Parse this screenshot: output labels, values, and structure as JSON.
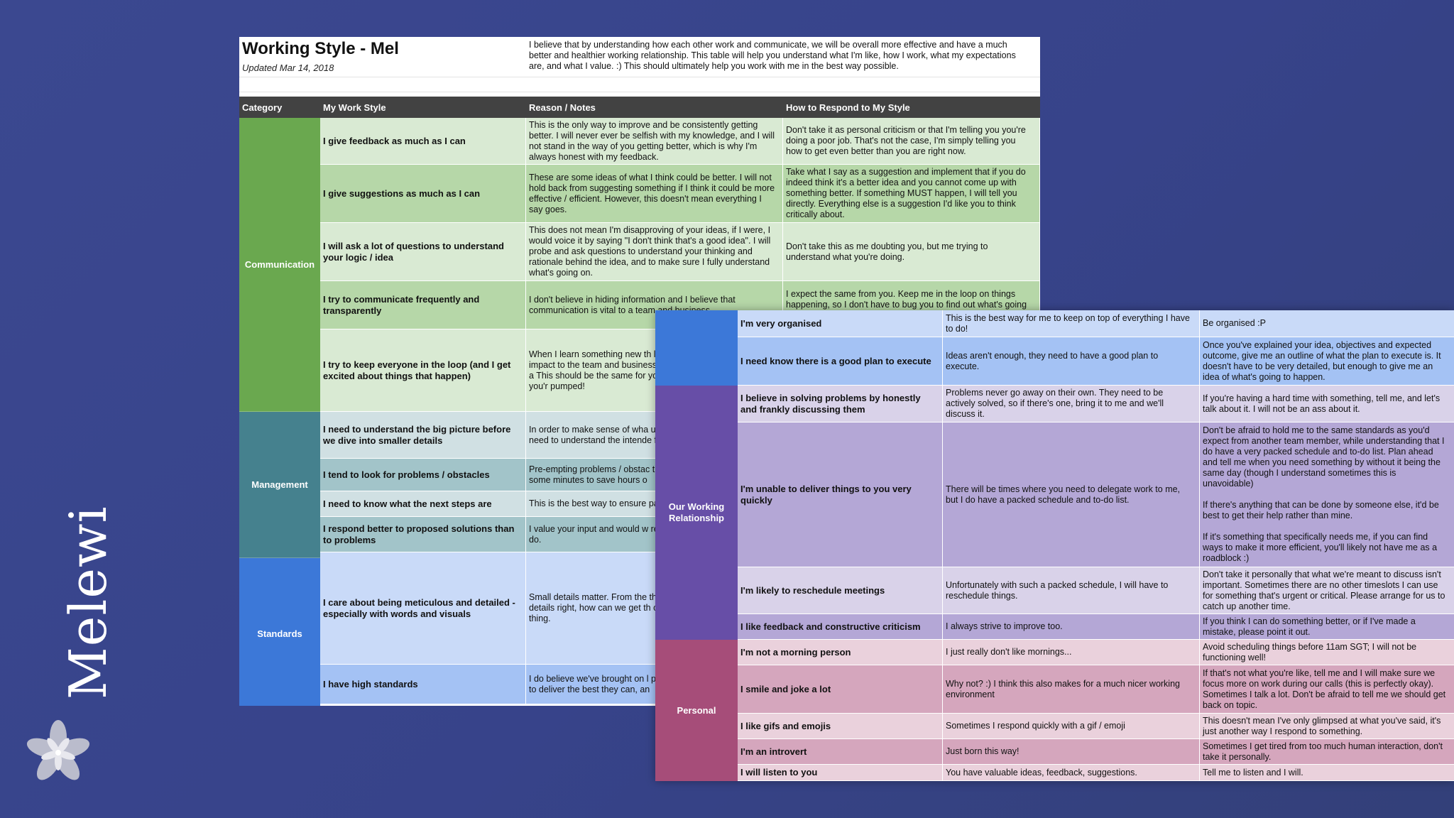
{
  "colors": {
    "background": "#3a468c",
    "communication": "#6aa84f",
    "management": "#45818e",
    "standards": "#3c78d8",
    "working": "#674ea7",
    "personal": "#a64d79"
  },
  "sheet": {
    "title": "Working Style - Mel",
    "updated": "Updated Mar 14, 2018",
    "intro": "I believe that by understanding how each other work and communicate, we will be overall more effective and have a much better and healthier working relationship. This table will help you understand what I'm like, how I work, what my expectations are, and what I value. :) This should ultimately help you work with me in the best way possible.",
    "headers": [
      "Category",
      "My Work Style",
      "Reason / Notes",
      "How to Respond to My Style"
    ],
    "categories": [
      {
        "label": "Communication",
        "color": "#6aa84f",
        "height": 414
      },
      {
        "label": "Management",
        "color": "#45818e",
        "height": 206
      },
      {
        "label": "Standards",
        "color": "#3c78d8",
        "height": 214
      }
    ],
    "rows": [
      {
        "style": "I give feedback as much as I can",
        "reason": "This is the only way to improve and be consistently getting better. I will never ever be selfish with my knowledge, and I will not stand in the way of you getting better, which is why I'm always honest with my feedback.",
        "respond": "Don't take it as personal criticism or that I'm telling you you're doing a poor job. That's not the case, I'm simply telling you how to get even better than you are right now.",
        "bg": "#d9ead3",
        "h": 66
      },
      {
        "style": "I give suggestions as much as I can",
        "reason": "These are some ideas of what I think could be better. I will not hold back from suggesting something if I think it could be more effective / efficient. However, this doesn't mean everything I say goes.",
        "respond": "Take what I say as a suggestion and implement that if you do indeed think it's a better idea and you cannot come up with something better. If something MUST happen, I will tell you directly. Everything else is a suggestion I'd like you to think critically about.",
        "bg": "#b6d7a8",
        "h": 82
      },
      {
        "style": "I will ask a lot of questions to understand your logic / idea",
        "reason": "This does not mean I'm disapproving of your ideas, if I were, I would voice it by saying \"I don't think that's a good idea\". I will probe and ask questions to understand your thinking and rationale behind the idea, and to make sure I fully understand what's going on.",
        "respond": "Don't take this as me doubting you, but me trying to understand what you're doing.",
        "bg": "#d9ead3",
        "h": 82
      },
      {
        "style": "I try to communicate frequently and transparently",
        "reason": "I don't believe in hiding information and I believe that communication is vital to a team and business.",
        "respond": "I expect the same from you. Keep me in the loop on things happening, so I don't have to bug you to find out what's going on, or I don't misunderstand that things aren't",
        "bg": "#b6d7a8",
        "h": 68
      },
      {
        "style": "I try to keep everyone in the loop (and I get excited about things that happen)",
        "reason": "When I learn something new th like talking about it (and getting impact to the team and business learned and getting hyped up a This should be the same for yo something signficant and you'r pumped!",
        "respond": "",
        "bg": "#d9ead3",
        "h": 116
      },
      {
        "style": "I need to understand the big picture before we dive into smaller details",
        "reason": "In order to make sense of wha understand how everything fits need to understand the intende finer details of what will happe",
        "respond": "",
        "bg": "#d0e0e3",
        "h": 66
      },
      {
        "style": "I tend to look for problems / obstacles",
        "reason": "Pre-empting problems / obstac them is more effective than do some minutes to save hours o",
        "respond": "",
        "bg": "#a2c4c9",
        "h": 46
      },
      {
        "style": "I need to know what the next steps are",
        "reason": "This is the best way to ensure page, and that we're moving fo",
        "respond": "",
        "bg": "#d0e0e3",
        "h": 36
      },
      {
        "style": "I respond better to proposed solutions than to problems",
        "reason": "I value your input and would w recommend we do, rather tha do.",
        "respond": "",
        "bg": "#a2c4c9",
        "h": 50
      },
      {
        "style": "I care about being meticulous and detailed - especially with words and visuals",
        "reason": "Small details matter. From the that accompany what you do. details right, how can we get th can be a bit too much of a per thing.",
        "respond": "",
        "bg": "#c9daf8",
        "h": 158
      },
      {
        "style": "I have high standards",
        "reason": "I do believe we've brought on l people, and I expect each pers to deliver the best they can, an",
        "respond": "",
        "bg": "#a4c2f4",
        "h": 56
      }
    ]
  },
  "sheet2": {
    "categories": [
      {
        "label": "",
        "color": "#3c78d8",
        "height": 106
      },
      {
        "label": "Our Working Relationship",
        "color": "#674ea7",
        "height": 358
      },
      {
        "label": "Personal",
        "color": "#a64d79",
        "height": 199
      }
    ],
    "rows": [
      {
        "style": "I'm very organised",
        "reason": "This is the best way for me to keep on top of everything I have to do!",
        "respond": "Be organised :P",
        "bg": "#c9daf8",
        "h": 38
      },
      {
        "style": "I need know there is a good plan to execute",
        "reason": "Ideas aren't enough, they need to have a good plan to execute.",
        "respond": "Once you've explained your idea, objectives and expected outcome, give me an outline of what the plan to execute is. It doesn't have to be very detailed, but enough to give me an idea of what's going to happen.",
        "bg": "#a4c2f4",
        "h": 68
      },
      {
        "style": "I believe in solving problems by honestly and frankly discussing them",
        "reason": "Problems never go away on their own. They need to be actively solved, so if there's one, bring it to me and we'll discuss it.",
        "respond": "If you're having a hard time with something, tell me, and let's talk about it. I will not be an ass about it.",
        "bg": "#d9d2e9",
        "h": 52
      },
      {
        "style": "I'm unable to deliver things to you very quickly",
        "reason": "There will be times where you need to delegate work to me, but I do have a packed schedule and to-do list.",
        "respond": "Don't be afraid to hold me to the same standards as you'd expect from another team member, while understanding that I do have a very packed schedule and to-do list. Plan ahead and tell me when you need something by without it being the same day (though I understand sometimes this is unavoidable)\n\nIf there's anything that can be done by someone else, it'd be best to get their help rather than mine.\n\nIf it's something that specifically needs me, if you can find ways to make it more efficient, you'll likely not have me as a roadblock :)",
        "bg": "#b4a7d6",
        "h": 204
      },
      {
        "style": "I'm likely to reschedule meetings",
        "reason": "Unfortunately with such a packed schedule, I will have to reschedule things.",
        "respond": "Don't take it personally that what we're meant to discuss isn't important. Sometimes there are no other timeslots I can use for something that's urgent or critical. Please arrange for us to catch up another time.",
        "bg": "#d9d2e9",
        "h": 66
      },
      {
        "style": "I like feedback and constructive criticism",
        "reason": "I always strive to improve too.",
        "respond": "If you think I can do something better, or if I've made a mistake, please point it out.",
        "bg": "#b4a7d6",
        "h": 36
      },
      {
        "style": "I'm not a morning person",
        "reason": "I just really don't like mornings...",
        "respond": "Avoid scheduling things before 11am SGT; I will not be functioning well!",
        "bg": "#ead1dc",
        "h": 36
      },
      {
        "style": "I smile and joke a lot",
        "reason": "Why not? :) I think this also makes for a much nicer working environment",
        "respond": "If that's not what you're like, tell me and I will make sure we focus more on work during our calls (this is perfectly okay). Sometimes I talk a lot. Don't be afraid to tell me we should get back on topic.",
        "bg": "#d5a6bd",
        "h": 68
      },
      {
        "style": "I like gifs and emojis",
        "reason": "Sometimes I respond quickly with a gif / emoji",
        "respond": "This doesn't mean I've only glimpsed at what you've said, it's just another way I respond to something.",
        "bg": "#ead1dc",
        "h": 36
      },
      {
        "style": "I'm an introvert",
        "reason": "Just born this way!",
        "respond": "Sometimes I get tired from too much human interaction, don't take it personally.",
        "bg": "#d5a6bd",
        "h": 36
      },
      {
        "style": "I will listen to you",
        "reason": "You have valuable ideas, feedback, suggestions.",
        "respond": "Tell me to listen and I will.",
        "bg": "#ead1dc",
        "h": 23
      }
    ]
  },
  "brand": {
    "name": "Melewi",
    "logo_icon": "flower-icon"
  }
}
